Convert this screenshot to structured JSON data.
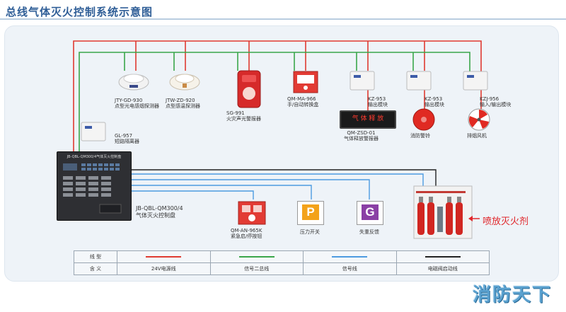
{
  "title": "总线气体灭火控制系统示意图",
  "colors": {
    "power": "#e03a30",
    "bus": "#3aa64a",
    "signal": "#4d9be0",
    "solenoid": "#222222"
  },
  "devices": {
    "smoke_detector": {
      "model": "JTY-GD-930",
      "desc": "点型光电感烟探测器"
    },
    "heat_detector": {
      "model": "JTW-ZD-920",
      "desc": "点型感温探测器"
    },
    "sounder": {
      "model": "SG-991",
      "desc": "火灾声光警报器"
    },
    "switch_box": {
      "model": "QM-MA-966",
      "desc": "手/自动转换盒"
    },
    "io_module_1": {
      "model": "KZ-953",
      "desc": "输出模块"
    },
    "io_module_2": {
      "model": "KZ-953",
      "desc": "输出模块"
    },
    "io_module_3": {
      "model": "KZJ-956",
      "desc": "输入/输出模块"
    },
    "isolator": {
      "model": "GL-957",
      "desc": "短路隔离器"
    },
    "release_indicator": {
      "model": "QM-ZSD-01",
      "desc": "气体释放警报器",
      "display_text": "气 体 释 放"
    },
    "bell": {
      "desc": "消防警铃"
    },
    "fan": {
      "desc": "排烟风机"
    },
    "controller": {
      "model": "JB-QBL-QM300/4",
      "desc": "气体灭火控制盘",
      "header_text": "JB-QBL-QM300/4气体灭火控制盘"
    },
    "emergency_button": {
      "model": "QM-AN-965K",
      "desc": "紧急启/停按钮"
    },
    "pressure_switch": {
      "symbol": "P",
      "desc": "压力开关"
    },
    "feedback": {
      "symbol": "G",
      "desc": "失重反馈"
    },
    "cylinders": {
      "label": "喷放灭火剂"
    }
  },
  "legend": {
    "row1_label": "线    型",
    "row2_label": "含    义",
    "meanings": [
      "24V电源线",
      "信号二总线",
      "信号线",
      "电磁阀启动线"
    ]
  },
  "watermark": "消防天下"
}
